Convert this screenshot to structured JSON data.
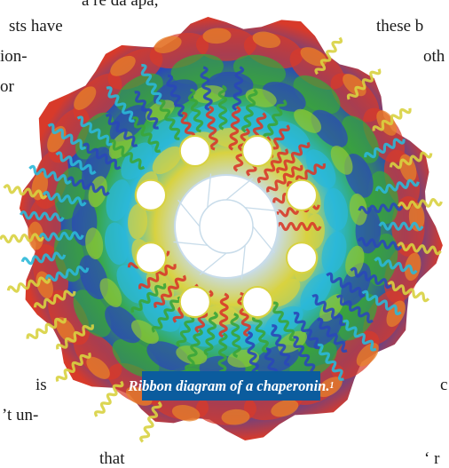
{
  "body_text": {
    "frag_top_left": "a re da apa,",
    "frag_top_right": "",
    "frag_have": "sts have",
    "frag_these": "these b",
    "frag_ion": "ion-",
    "frag_oth": "oth",
    "frag_or": "or",
    "frag_is": "is",
    "frag_c": "c",
    "frag_un": "’t un-",
    "frag_that": "that",
    "frag_bottom_right": "‘ r"
  },
  "figure": {
    "caption_text": "Ribbon diagram of a chaperonin.",
    "caption_ref": "1",
    "caption_bg": "#0b5c9e",
    "colors": {
      "red": "#d83a2a",
      "orange": "#e8842a",
      "green": "#3aa53a",
      "lime": "#8fc83a",
      "blue": "#2a48b8",
      "cyan": "#2bb8d8",
      "yellow": "#d8d240",
      "pale": "#c8dcea"
    }
  }
}
